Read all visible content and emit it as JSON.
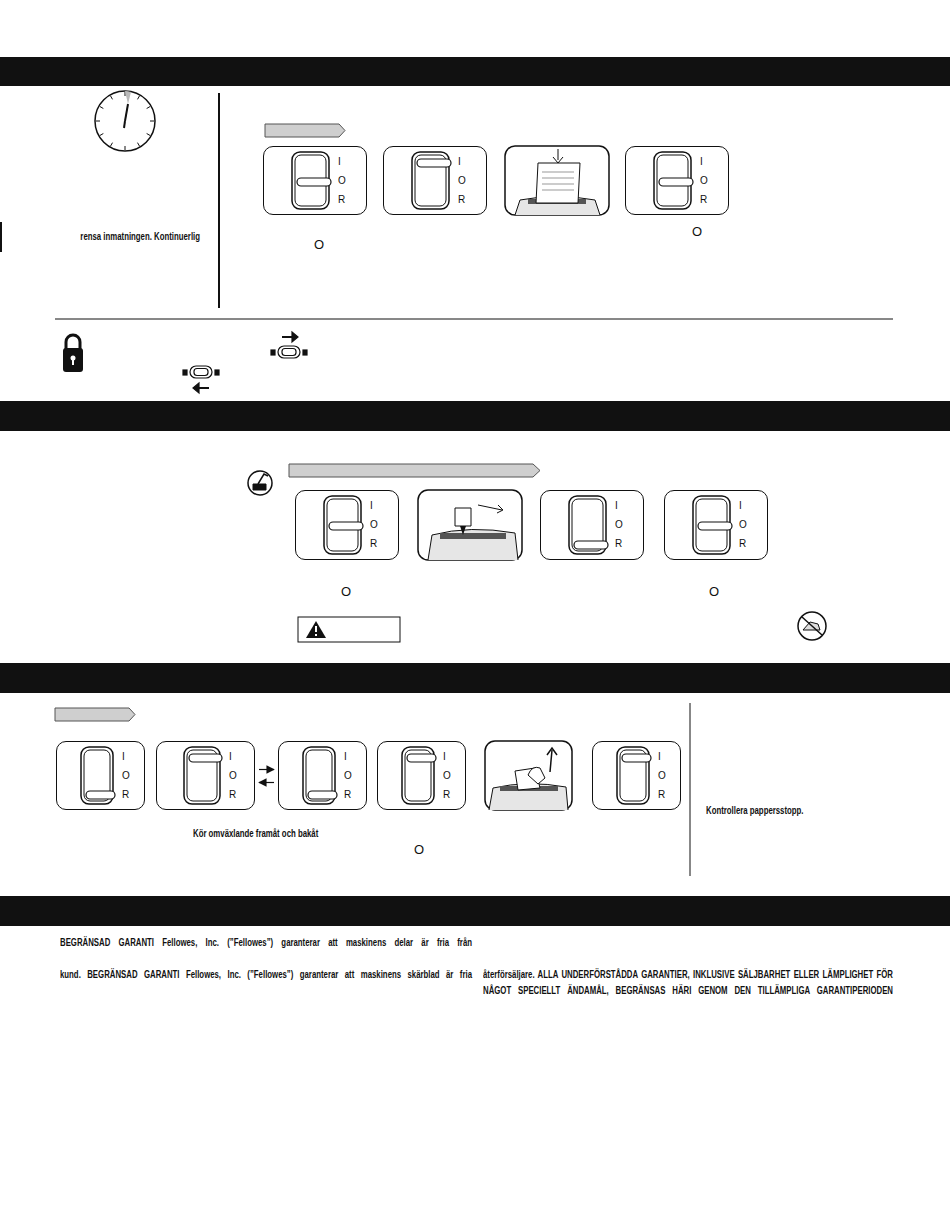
{
  "diagram": {
    "nodes": [
      {
        "text": [
          "I",
          "O",
          "R"
        ]
      },
      {
        "text": [
          "I",
          "O",
          "R"
        ]
      },
      {
        "text": [
          "I",
          "O",
          "R"
        ]
      },
      {
        "text": [
          "I",
          "O",
          "R"
        ]
      },
      {
        "text": [
          "I",
          "O",
          "R"
        ]
      },
      {
        "text": [
          "I",
          "O",
          "R"
        ]
      },
      {
        "text": [
          "I",
          "O",
          "R"
        ]
      },
      {
        "text": [
          "I",
          "O",
          "R"
        ]
      },
      {
        "text": [
          "I",
          "O",
          "R"
        ]
      },
      {
        "text": [
          "I",
          "O",
          "R"
        ]
      },
      {
        "text": [
          "I",
          "O",
          "R"
        ]
      }
    ],
    "edges": [
      {
        "from": 7,
        "to": 8,
        "arrow": "to"
      },
      {
        "from": 8,
        "to": 7,
        "arrow": "to"
      }
    ],
    "labels": [
      "rensa inmatningen. Kontinuerlig",
      "O",
      "O",
      "O",
      "O",
      "Kör omväxlande framåt och bakåt",
      "O",
      "Kontrollera pappersstopp.",
      "BEGRÄNSAD GARANTI Fellowes, Inc. (”Fellowes”) garanterar att maskinens delar är fria från",
      "kund. BEGRÄNSAD GARANTI Fellowes, Inc. (”Fellowes”) garanterar att maskinens skärblad är fria",
      "återförsäljare. ALLA UNDERFÖRSTÅDDA GARANTIER, INKLUSIVE SÄLJBARHET ELLER LÄMPLIGHET FÖR NÅGOT SPECIELLT ÄNDAMÅL, BEGRÄNSAS HÄRI GENOM DEN TILLÄMPLIGA GARANTIPERIODEN"
    ]
  }
}
